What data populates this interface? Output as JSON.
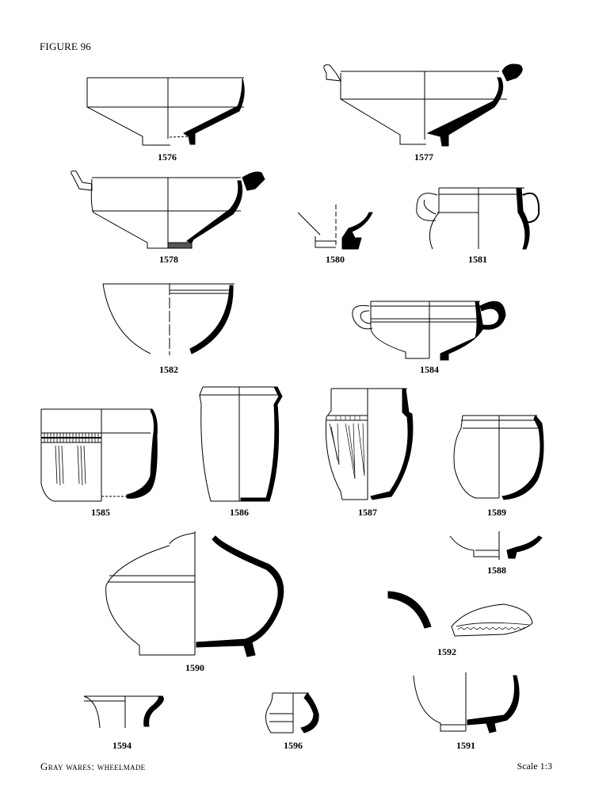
{
  "figure_label": "FIGURE 96",
  "caption": "Gray wares: wheelmade",
  "scale_text": "Scale 1:3",
  "catalog_numbers": {
    "n1576": "1576",
    "n1577": "1577",
    "n1578": "1578",
    "n1580": "1580",
    "n1581": "1581",
    "n1582": "1582",
    "n1584": "1584",
    "n1585": "1585",
    "n1586": "1586",
    "n1587": "1587",
    "n1589": "1589",
    "n1588": "1588",
    "n1590": "1590",
    "n1592": "1592",
    "n1594": "1594",
    "n1596": "1596",
    "n1591": "1591"
  },
  "colors": {
    "ink": "#000000",
    "paper": "#ffffff"
  }
}
